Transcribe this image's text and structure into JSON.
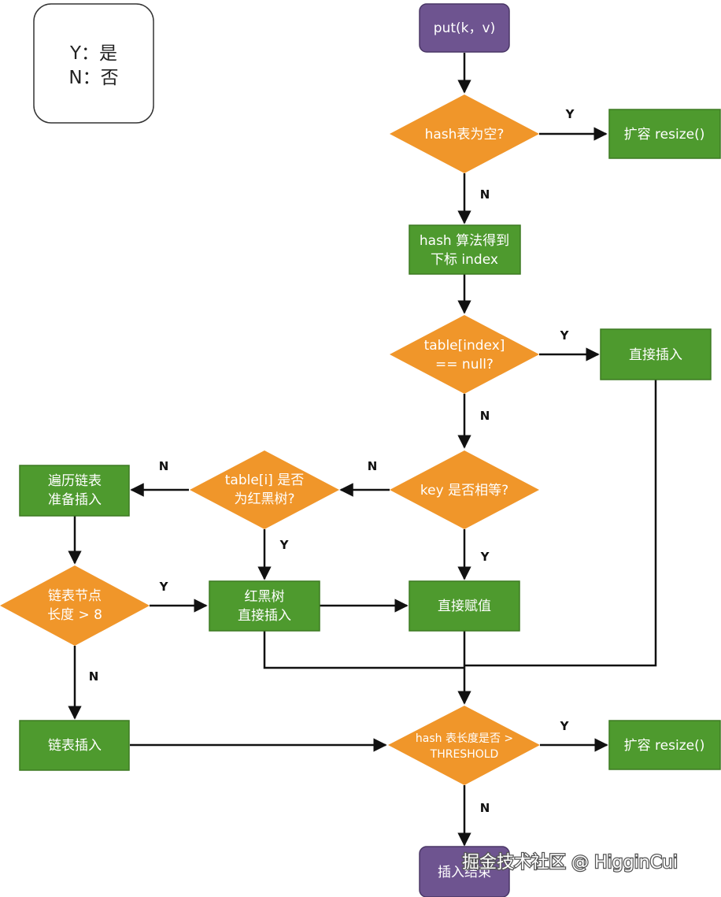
{
  "legend": {
    "yes": "Y：是",
    "no": "N：否"
  },
  "nodes": {
    "start": [
      "put(k，v)"
    ],
    "check_empty": [
      "hash表为空?"
    ],
    "resize_1": [
      "扩容 resize()"
    ],
    "hash_index": [
      "hash 算法得到",
      "下标 index"
    ],
    "check_null": [
      "table[index]",
      "== null?"
    ],
    "direct_insert": [
      "直接插入"
    ],
    "key_equal": [
      "key 是否相等?"
    ],
    "is_tree": [
      "table[i] 是否",
      "为红黑树?"
    ],
    "traverse_list": [
      "遍历链表",
      "准备插入"
    ],
    "list_length": [
      "链表节点",
      "长度 > 8"
    ],
    "tree_insert": [
      "红黑树",
      "直接插入"
    ],
    "direct_assign": [
      "直接赋值"
    ],
    "list_insert": [
      "链表插入"
    ],
    "check_threshold": [
      "hash 表长度是否 >",
      "THRESHOLD"
    ],
    "resize_2": [
      "扩容 resize()"
    ],
    "end": [
      "插入结束"
    ]
  },
  "edge_labels": {
    "empty_yes": "Y",
    "empty_no": "N",
    "null_yes": "Y",
    "null_no": "N",
    "key_no": "N",
    "key_yes": "Y",
    "tree_no": "N",
    "tree_yes": "Y",
    "length_yes": "Y",
    "length_no": "N",
    "threshold_yes": "Y",
    "threshold_no": "N"
  },
  "watermark": "掘金技术社区 @ HigginCui",
  "colors": {
    "process": "#4e9a2e",
    "process_border": "#3d7a22",
    "decision": "#f0962a",
    "terminal": "#6e5490",
    "terminal_border": "#4a3766",
    "edge": "#111111"
  }
}
